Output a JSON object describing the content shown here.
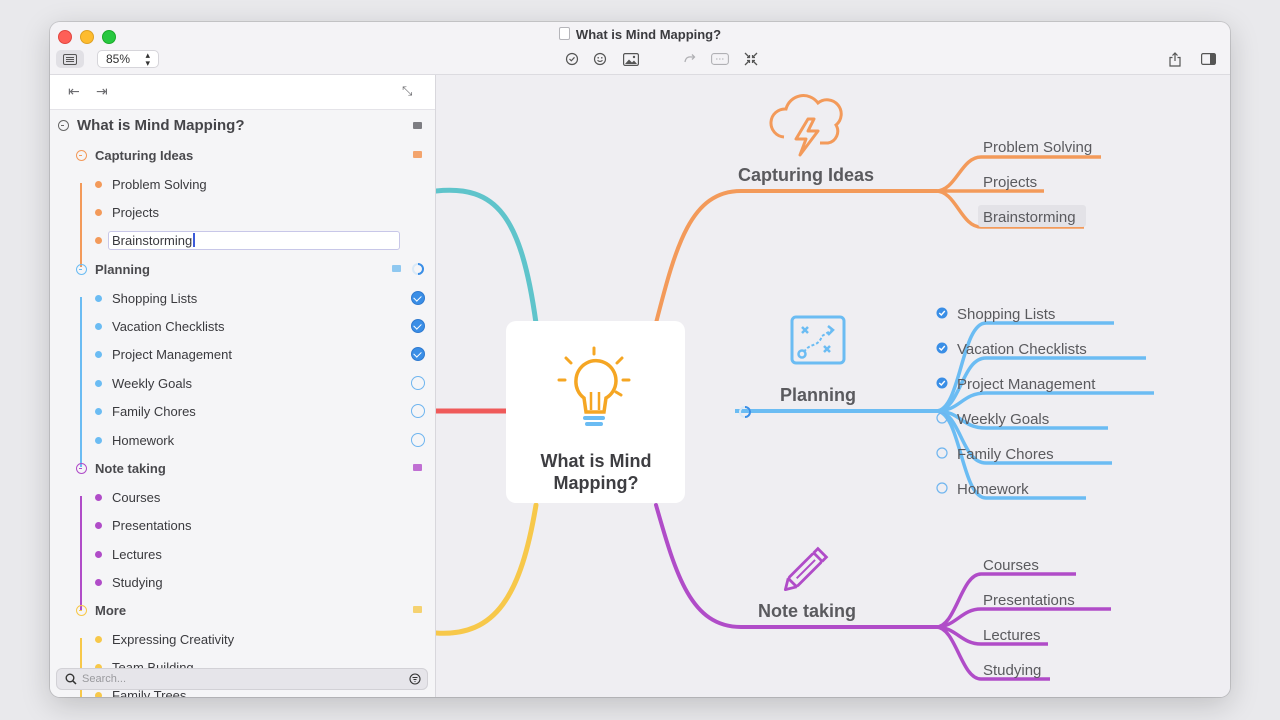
{
  "window": {
    "title": "What is Mind Mapping?",
    "zoom": "85%"
  },
  "sidebar": {
    "search_placeholder": "Search...",
    "root": "What is Mind Mapping?",
    "branches": [
      {
        "label": "Capturing Ideas",
        "color": "#f39a5a",
        "items": [
          "Problem Solving",
          "Projects",
          "Brainstorming"
        ]
      },
      {
        "label": "Planning",
        "color": "#6bbcf3",
        "items": [
          "Shopping Lists",
          "Vacation Checklists",
          "Project Management",
          "Weekly Goals",
          "Family Chores",
          "Homework"
        ]
      },
      {
        "label": "Note taking",
        "color": "#b04cc8",
        "items": [
          "Courses",
          "Presentations",
          "Lectures",
          "Studying"
        ]
      },
      {
        "label": "More",
        "color": "#f7c84a",
        "items": [
          "Expressing Creativity",
          "Team Building",
          "Family Trees"
        ]
      }
    ]
  },
  "map": {
    "center": {
      "line1": "What is Mind",
      "line2": "Mapping?"
    },
    "capturing": {
      "label": "Capturing Ideas",
      "items": [
        "Problem Solving",
        "Projects",
        "Brainstorming"
      ]
    },
    "planning": {
      "label": "Planning",
      "items": [
        "Shopping Lists",
        "Vacation Checklists",
        "Project Management",
        "Weekly Goals",
        "Family Chores",
        "Homework"
      ]
    },
    "notes": {
      "label": "Note taking",
      "items": [
        "Courses",
        "Presentations",
        "Lectures",
        "Studying"
      ]
    }
  },
  "colors": {
    "orange": "#f39a5a",
    "blue": "#6bbcf3",
    "purple": "#b04cc8",
    "yellow": "#f7c84a",
    "teal": "#5fc4cb",
    "red": "#ef5a5a"
  }
}
